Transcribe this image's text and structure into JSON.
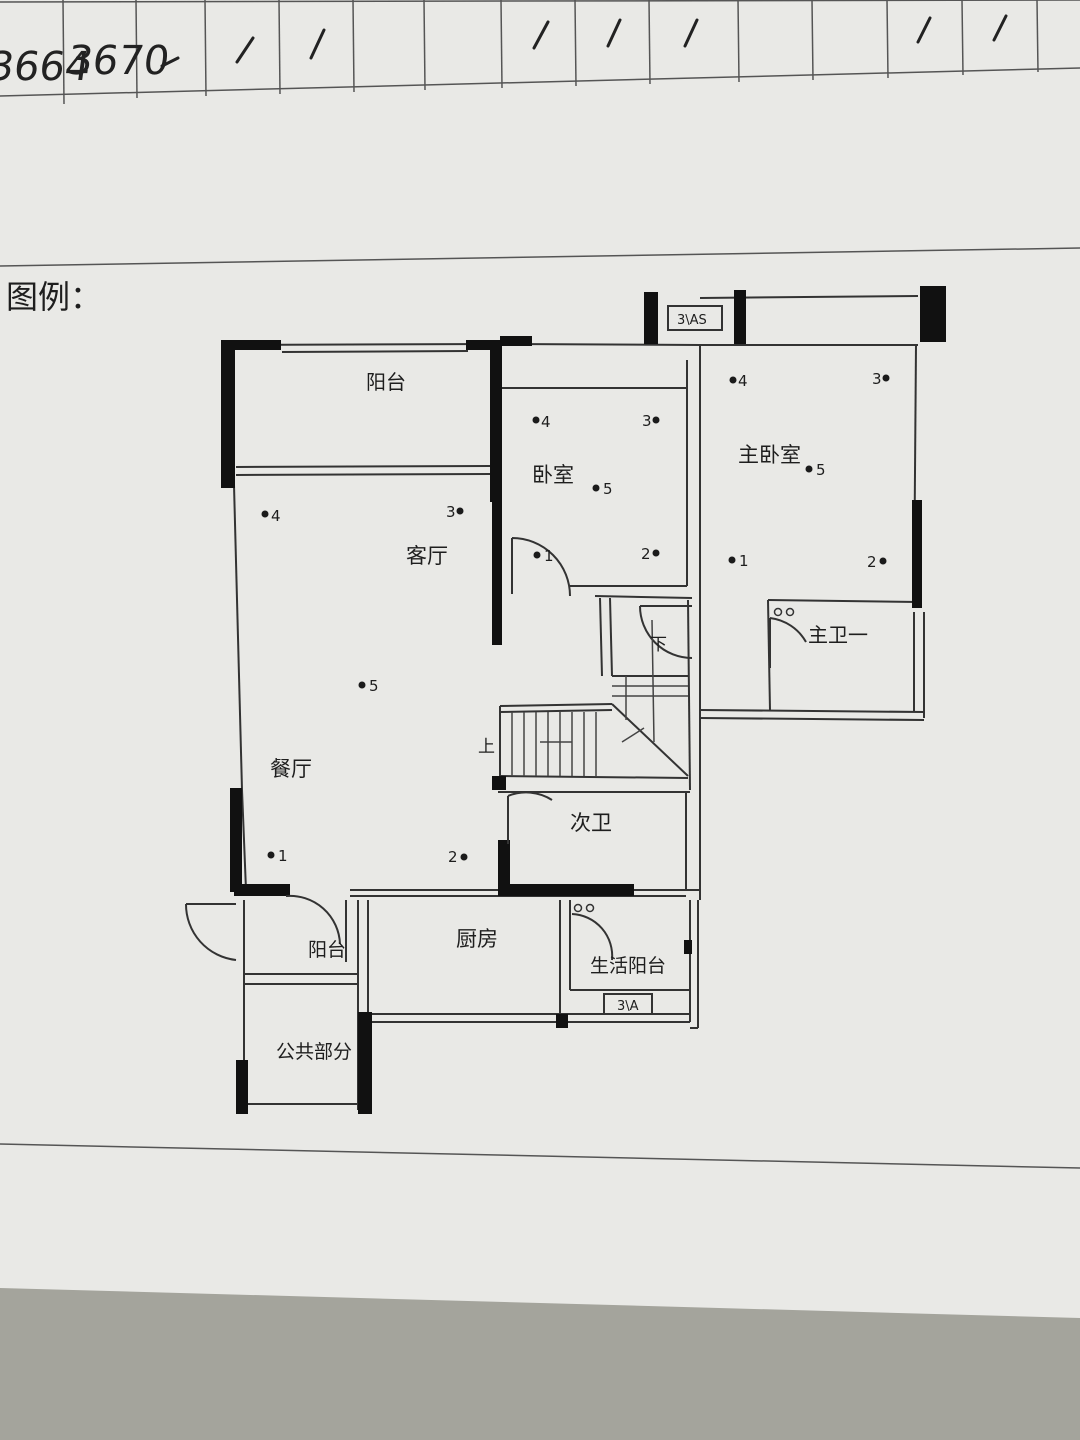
{
  "table": {
    "handwritten_cells": [
      "3664",
      "3670"
    ],
    "slash_mark": "/"
  },
  "legend_heading": "图例：",
  "rooms": {
    "balcony_top": "阳台",
    "living_room": "客厅",
    "bedroom": "卧室",
    "master_bedroom": "主卧室",
    "dining_room": "餐厅",
    "master_bath": "主卫一",
    "second_bath": "次卫",
    "kitchen": "厨房",
    "balcony_bottom": "阳台",
    "utility_balcony": "生活阳台",
    "public_area": "公共部分"
  },
  "stairs": {
    "up": "上",
    "down": "下"
  },
  "equipment": {
    "ac_top": "3\\AS",
    "ac_bottom": "3\\A"
  },
  "points": {
    "living_4": "4",
    "living_3": "3",
    "living_5": "5",
    "dining_1": "1",
    "dining_2": "2",
    "bed_4": "4",
    "bed_3": "3",
    "bed_5": "5",
    "bed_1": "1",
    "bed_2": "2",
    "master_4": "4",
    "master_3": "3",
    "master_5": "5",
    "master_1": "1",
    "master_2": "2"
  },
  "colors": {
    "paper": "#e9e9e6",
    "wall": "#111111",
    "line": "#333333",
    "background": "#9d9d96"
  }
}
